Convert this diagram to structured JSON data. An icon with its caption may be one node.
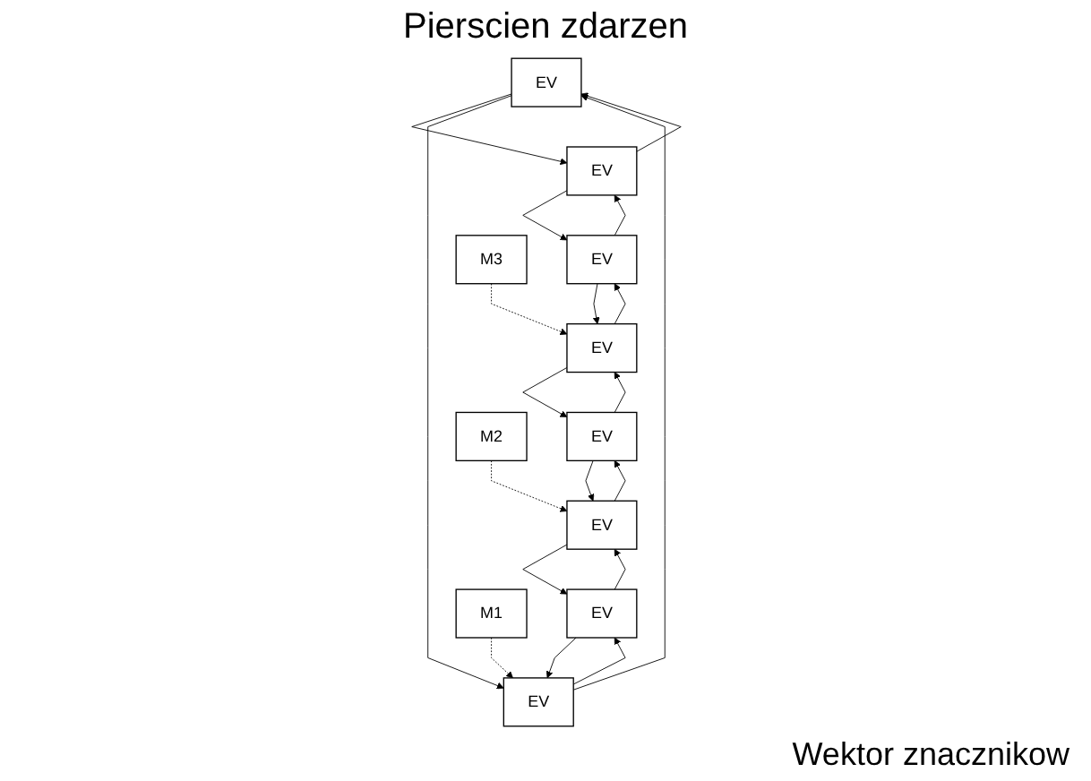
{
  "diagram": {
    "title": "Pierscien zdarzen",
    "nodes": [
      {
        "text": [
          "EV"
        ]
      },
      {
        "text": [
          "EV"
        ]
      },
      {
        "text": [
          "EV"
        ]
      },
      {
        "text": [
          "EV"
        ]
      },
      {
        "text": [
          "EV"
        ]
      },
      {
        "text": [
          "EV"
        ]
      },
      {
        "text": [
          "EV"
        ]
      },
      {
        "text": [
          "EV"
        ]
      },
      {
        "text": [
          "M1"
        ]
      },
      {
        "text": [
          "M2"
        ]
      },
      {
        "text": [
          "M3"
        ]
      }
    ],
    "edges": [
      {
        "from": 0,
        "to": 1,
        "arrow": "to"
      },
      {
        "from": 1,
        "to": 2,
        "arrow": "to"
      },
      {
        "from": 2,
        "to": 3,
        "arrow": "to"
      },
      {
        "from": 1,
        "to": 0,
        "arrow": "to"
      },
      {
        "from": 2,
        "to": 1,
        "arrow": "to"
      },
      {
        "from": 3,
        "to": 2,
        "arrow": "to"
      },
      {
        "from": 4,
        "to": 5,
        "arrow": "to"
      },
      {
        "from": 5,
        "to": 6,
        "arrow": "to"
      },
      {
        "from": 6,
        "to": 7,
        "arrow": "to"
      },
      {
        "from": 5,
        "to": 4,
        "arrow": "to"
      },
      {
        "from": 6,
        "to": 5,
        "arrow": "to"
      },
      {
        "from": 7,
        "to": 6,
        "arrow": "to"
      },
      {
        "from": 4,
        "to": 0,
        "arrow": "to"
      },
      {
        "from": 0,
        "to": 4,
        "arrow": "to"
      },
      {
        "from": 3,
        "to": 7,
        "arrow": "to"
      },
      {
        "from": 7,
        "to": 3,
        "arrow": "to"
      },
      {
        "from": 8,
        "to": 4,
        "arrow": "to",
        "style": "dashed"
      },
      {
        "from": 9,
        "to": 6,
        "arrow": "to",
        "style": "dashed"
      },
      {
        "from": 10,
        "to": 3,
        "arrow": "to",
        "style": "dashed"
      }
    ],
    "labels": [
      "Wektor znacznikow"
    ]
  }
}
